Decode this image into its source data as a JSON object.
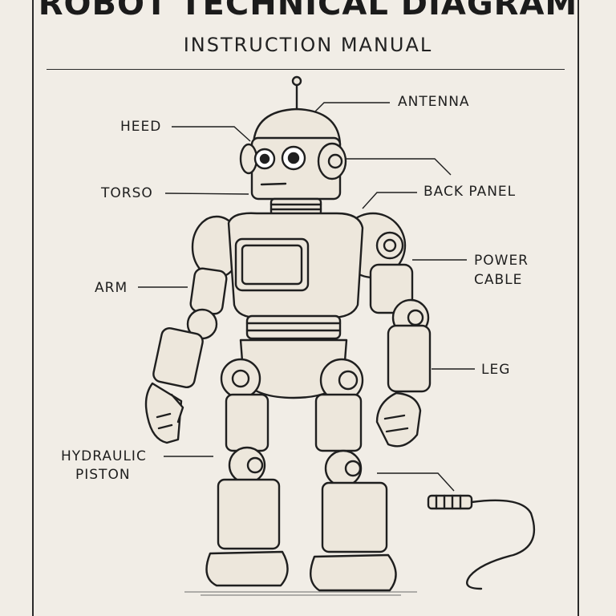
{
  "header": {
    "title": "ROBOT TECHNICAL DIAGRAM",
    "subtitle": "INSTRUCTION MANUAL"
  },
  "labels": {
    "antenna": "ANTENNA",
    "heed": "HEED",
    "torso": "TORSO",
    "back_panel": "BACK PANEL",
    "power_cable_line1": "POWER",
    "power_cable_line2": "CABLE",
    "arm": "ARM",
    "leg": "LEG",
    "hydraulic_piston_line1": "HYDRAULIC",
    "hydraulic_piston_line2": "PISTON"
  },
  "colors": {
    "paper": "#f1ede6",
    "ink": "#1f1f1f",
    "body_fill": "#ede7dc"
  }
}
